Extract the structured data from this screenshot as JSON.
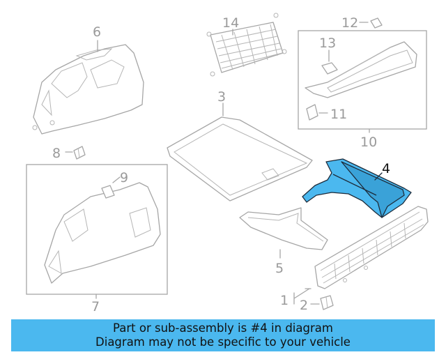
{
  "callouts": {
    "c1": "1",
    "c2": "2",
    "c3": "3",
    "c4": "4",
    "c5": "5",
    "c6": "6",
    "c7": "7",
    "c8": "8",
    "c9": "9",
    "c10": "10",
    "c11": "11",
    "c12": "12",
    "c13": "13",
    "c14": "14"
  },
  "banner": {
    "line1": "Part or sub-assembly is #4 in diagram",
    "line2": "Diagram may not be specific to your vehicle"
  },
  "colors": {
    "highlight_part": "#4bb8ef",
    "banner_bg": "#4bb8ef",
    "line_art": "#a6a6a6",
    "label": "#9a9a9a"
  }
}
